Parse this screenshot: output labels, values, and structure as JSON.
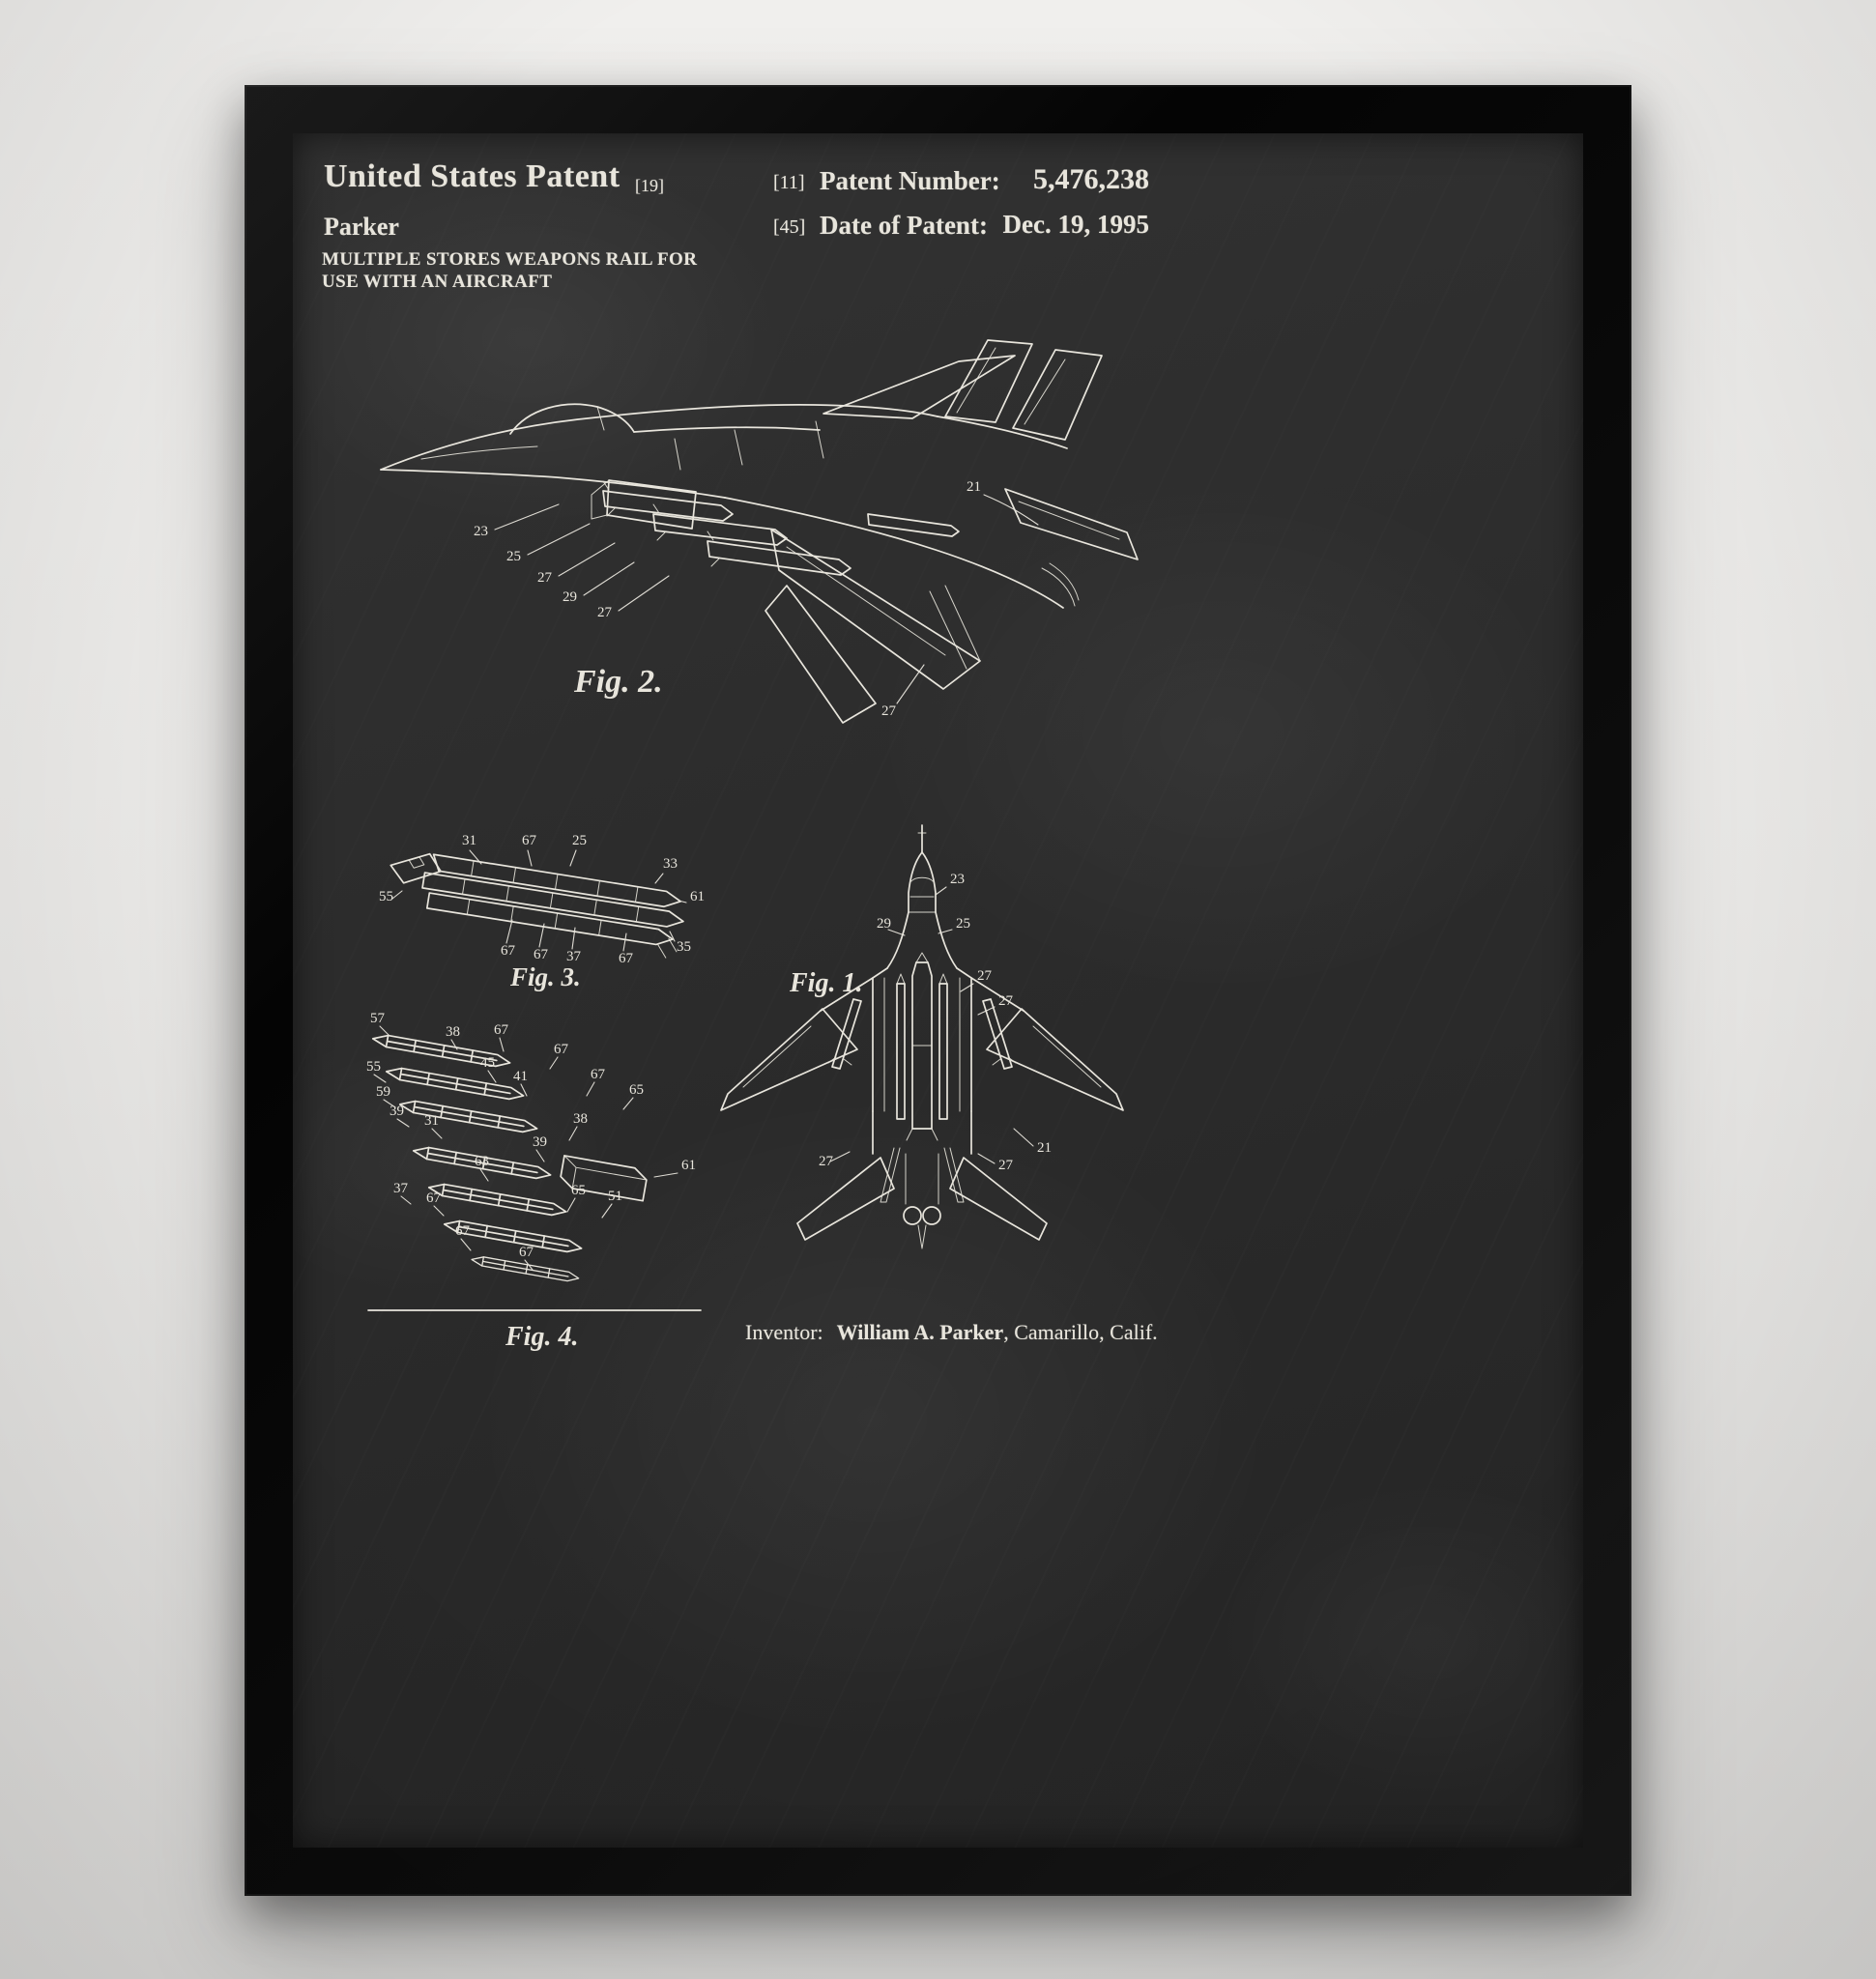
{
  "colors": {
    "wall": "#e8e7e5",
    "frame": "#0a0a0a",
    "board": "#2b2b2b",
    "chalk": "#e8e5dc"
  },
  "poster": {
    "header": {
      "title": "United States Patent",
      "kind_code": "[19]",
      "inventor_surname": "Parker",
      "number_ref": "[11]",
      "number_label": "Patent Number:",
      "number_value": "5,476,238",
      "date_ref": "[45]",
      "date_label": "Date of Patent:",
      "date_value": "Dec. 19, 1995"
    },
    "title_line1": "MULTIPLE STORES WEAPONS RAIL FOR",
    "title_line2": "USE WITH AN AIRCRAFT",
    "figures": {
      "fig2": {
        "label": "Fig. 2.",
        "callouts": [
          "23",
          "25",
          "27",
          "29",
          "27",
          "21",
          "27"
        ]
      },
      "fig3": {
        "label": "Fig. 3.",
        "callouts": [
          "31",
          "67",
          "25",
          "33",
          "61",
          "55",
          "67",
          "67",
          "37",
          "67",
          "35"
        ]
      },
      "fig1": {
        "label": "Fig. 1.",
        "callouts": [
          "23",
          "25",
          "29",
          "27",
          "27",
          "27",
          "21",
          "27"
        ]
      },
      "fig4": {
        "label": "Fig. 4.",
        "callouts": [
          "57",
          "38",
          "67",
          "45",
          "41",
          "67",
          "67",
          "65",
          "55",
          "59",
          "39",
          "31",
          "38",
          "39",
          "63",
          "61",
          "37",
          "67",
          "65",
          "51",
          "67",
          "67"
        ]
      }
    },
    "footer": {
      "inventor_label": "Inventor:",
      "inventor_name": "William A. Parker",
      "inventor_suffix": ", Camarillo, Calif."
    }
  }
}
